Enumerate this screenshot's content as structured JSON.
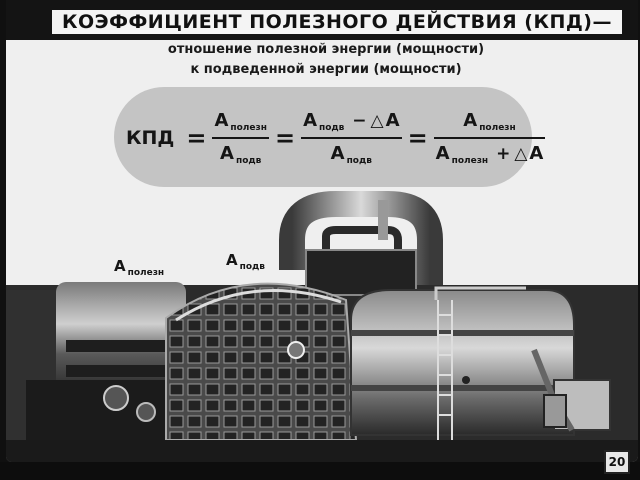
{
  "title": "КОЭФФИЦИЕНТ ПОЛЕЗНОГО ДЕЙСТВИЯ (КПД)—",
  "definition": {
    "line1": "отношение полезной энергии (мощности)",
    "line2": "к подведенной энергии (мощности)"
  },
  "formula": {
    "lhs": "КПД",
    "eq": "=",
    "symbol_A": "A",
    "sub_useful": "полезн",
    "sub_supplied": "подв",
    "minus": "−",
    "plus": "+",
    "delta": "△"
  },
  "labels": {
    "useful": {
      "symbol": "A",
      "sub": "полезн"
    },
    "supplied": {
      "symbol": "A",
      "sub": "подв"
    }
  },
  "page_number": "20"
}
